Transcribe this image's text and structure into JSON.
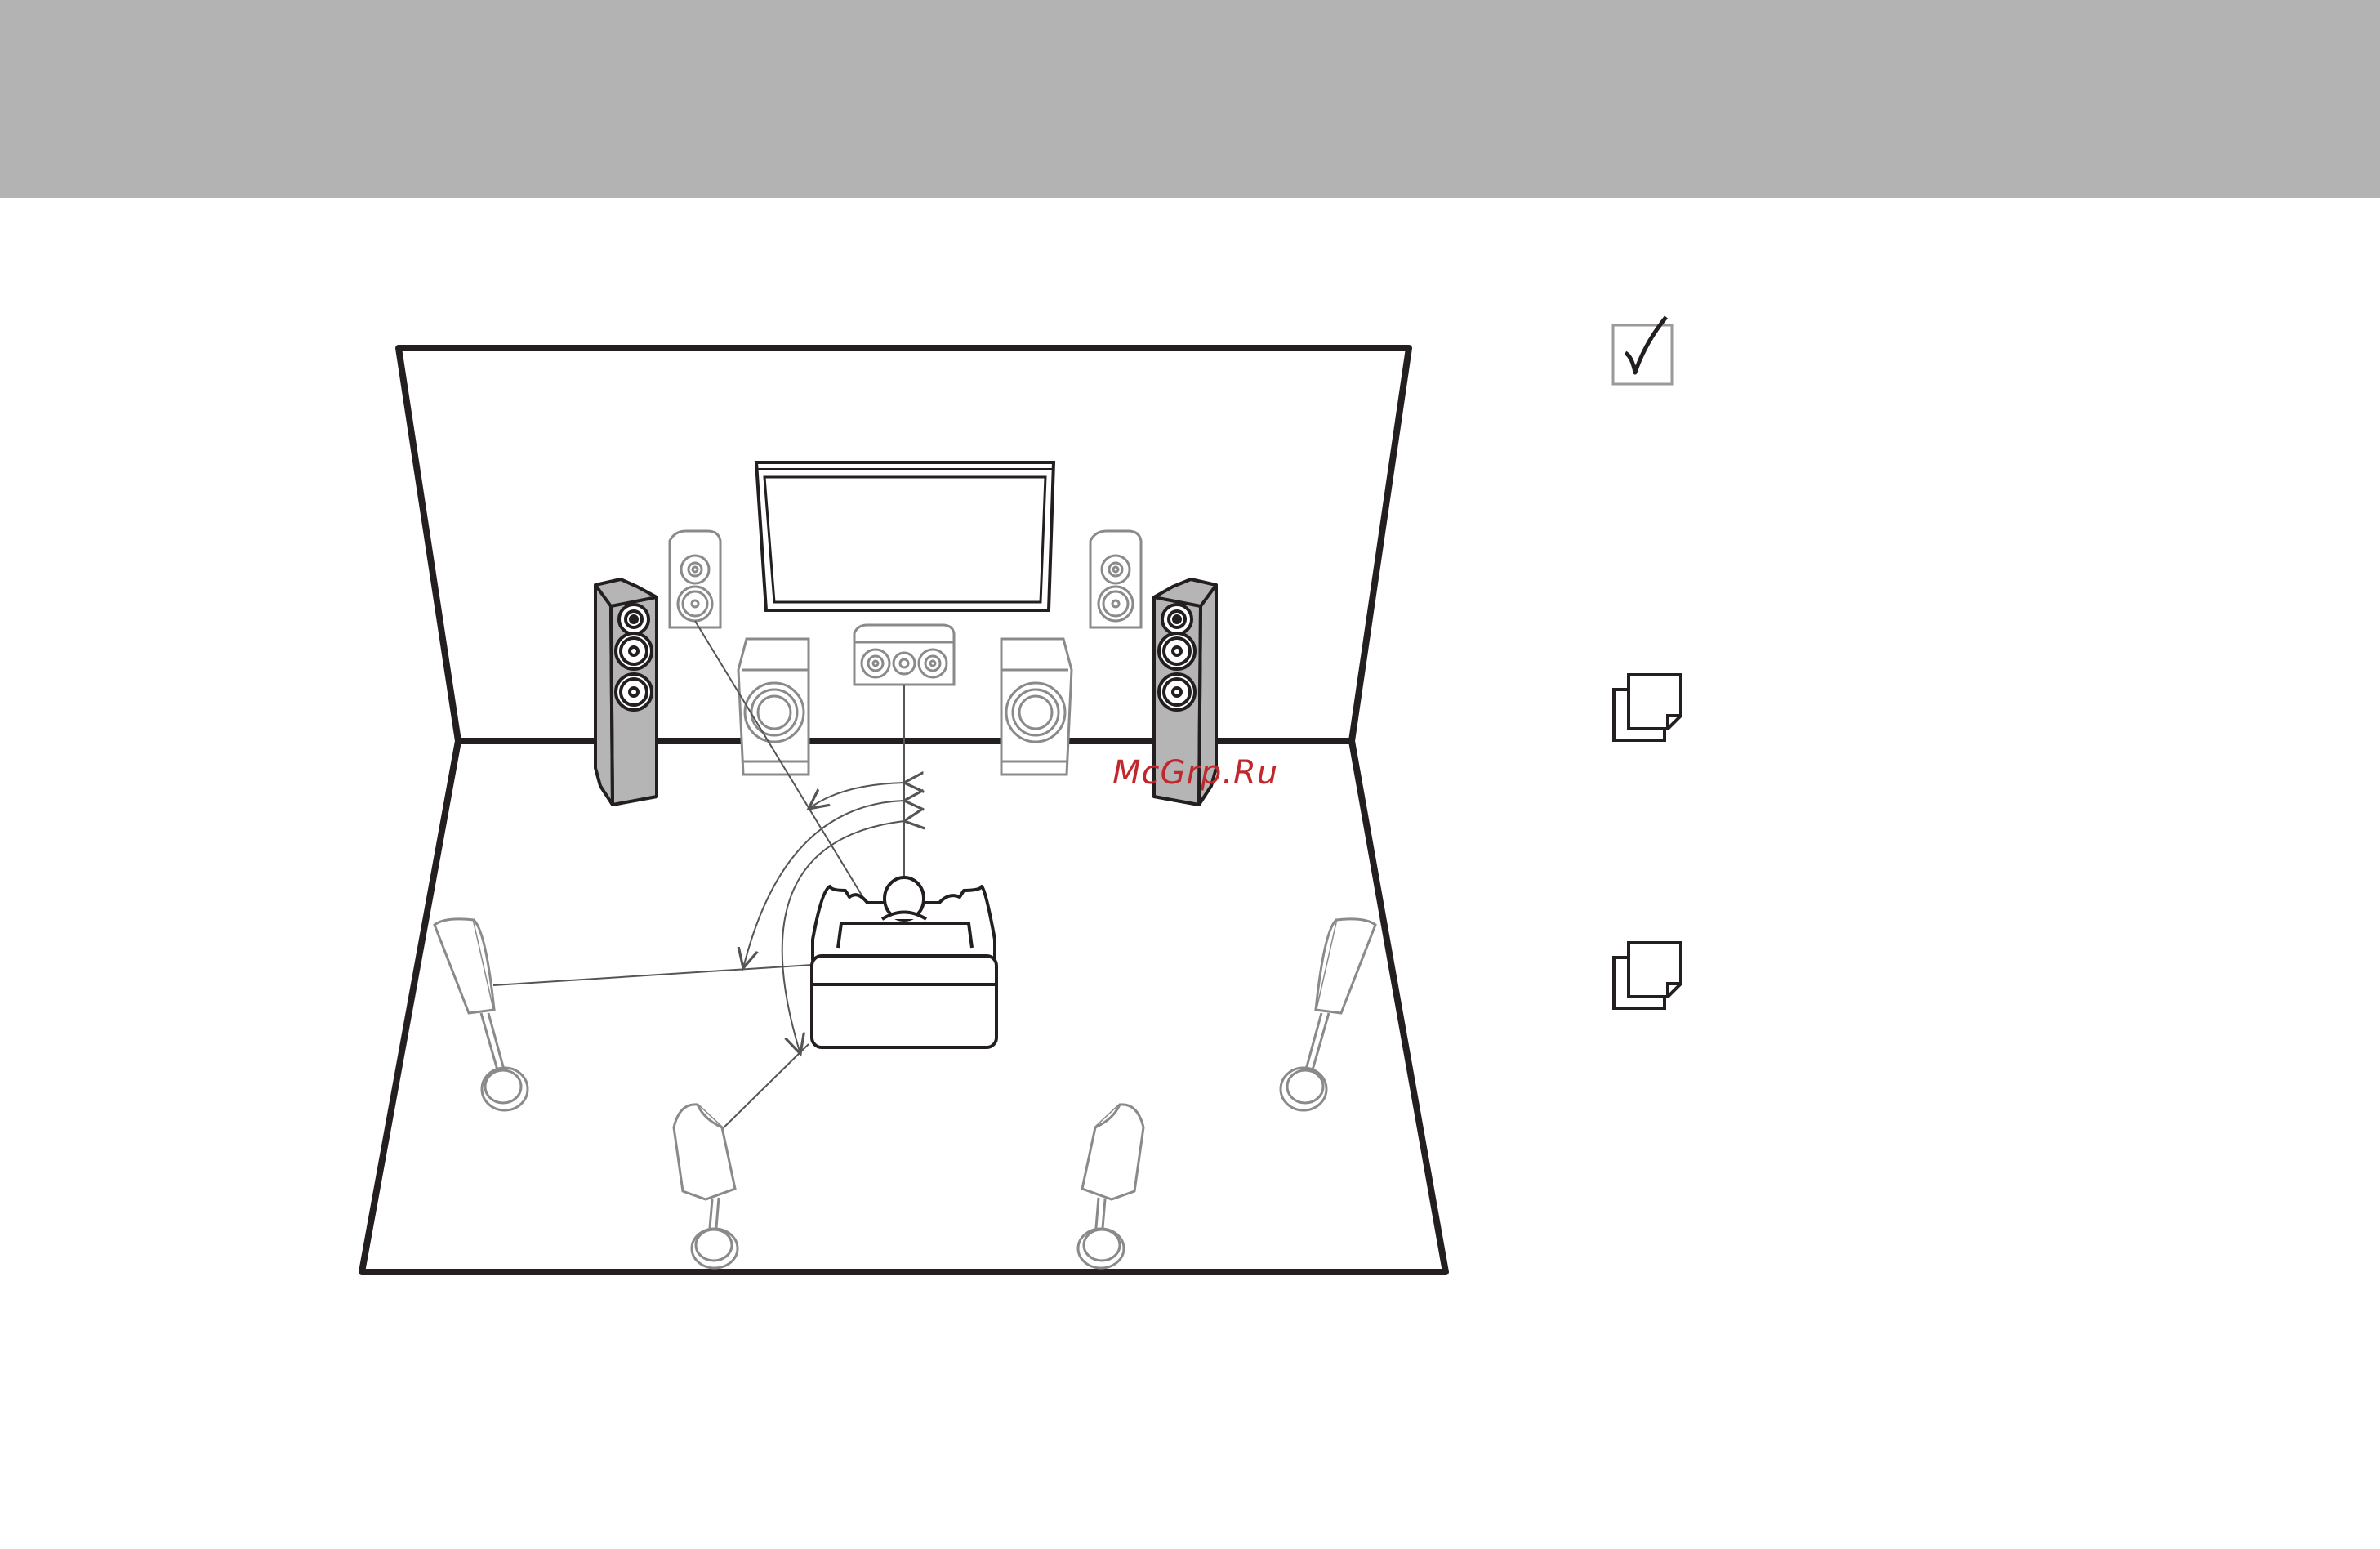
{
  "colors": {
    "header_band": "#b3b3b3",
    "watermark": "#c0282d",
    "line_dark": "#231f20",
    "line_gray": "#8a8a8a",
    "speaker_fill": "#b5b5b5"
  },
  "watermark": {
    "text": "McGrp.Ru"
  },
  "side_icons": [
    {
      "name": "check-note-icon"
    },
    {
      "name": "pages-note-icon"
    },
    {
      "name": "pages-note-icon"
    }
  ],
  "illustration": {
    "subject": "speaker-layout-room",
    "items": [
      "tv-screen",
      "front-left-tower-speaker",
      "front-right-tower-speaker",
      "center-speaker",
      "front-high-speakers",
      "subwoofers",
      "listening-sofa",
      "surround-speakers",
      "surround-back-speakers",
      "angle-arcs"
    ]
  }
}
